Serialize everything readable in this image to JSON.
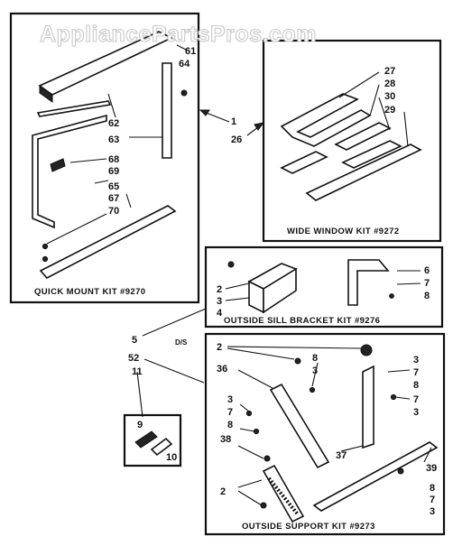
{
  "watermark": "AppliancePartsPros.com",
  "kits": {
    "quick_mount": "QUICK MOUNT KIT #9270",
    "wide_window": "WIDE WINDOW KIT #9272",
    "outside_sill": "OUTSIDE SILL BRACKET KIT #9276",
    "outside_support": "OUTSIDE SUPPORT KIT #9273"
  },
  "labels": {
    "p61": "61",
    "p64": "64",
    "p62": "62",
    "p63": "63",
    "p68": "68",
    "p69": "69",
    "p65": "65",
    "p67": "67",
    "p70": "70",
    "p1": "1",
    "p26": "26",
    "p27": "27",
    "p28": "28",
    "p30": "30",
    "p29": "29",
    "sill_2": "2",
    "sill_3": "3",
    "sill_4": "4",
    "sill_6": "6",
    "sill_7": "7",
    "sill_8": "8",
    "p5": "5",
    "ds": "D/S",
    "p52": "52",
    "p11": "11",
    "p9": "9",
    "p10": "10",
    "sup_2a": "2",
    "sup_36": "36",
    "sup_8a": "8",
    "sup_3a": "3",
    "sup_3b": "3",
    "sup_7a": "7",
    "sup_8b": "8",
    "sup_38": "38",
    "sup_r3a": "3",
    "sup_r7a": "7",
    "sup_r8a": "8",
    "sup_r7b": "7",
    "sup_r3b": "3",
    "sup_37": "37",
    "sup_2b": "2",
    "sup_39": "39",
    "sup_r8c": "8",
    "sup_r7c": "7",
    "sup_r3c": "3"
  }
}
